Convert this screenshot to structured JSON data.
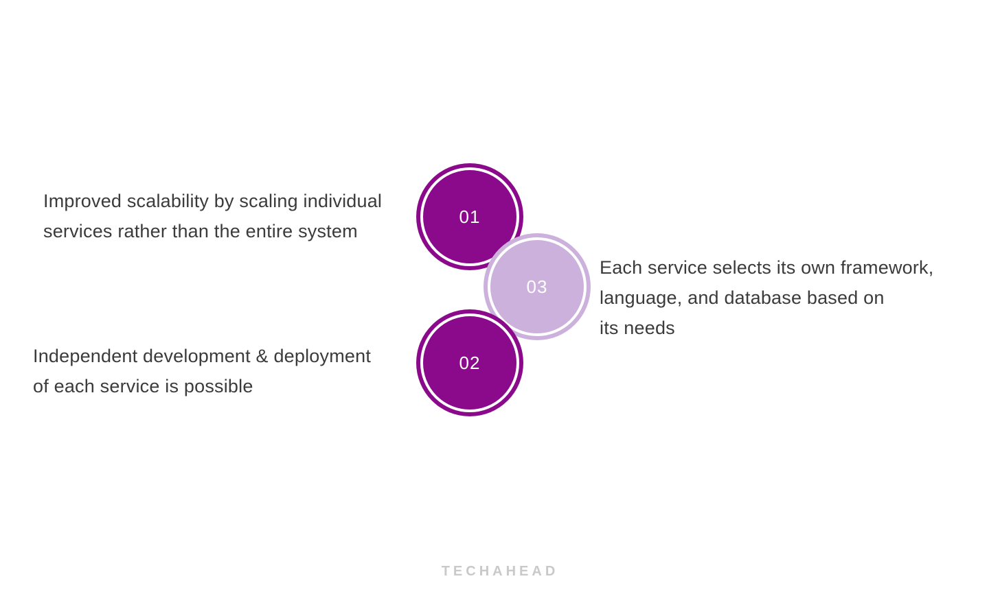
{
  "colors": {
    "circle_dark": "#8b0a8b",
    "circle_light": "#cbb1dc",
    "circle_ring": "#ffffff",
    "label_text": "#3b3b3b",
    "watermark_text": "#c9c9c9",
    "background": "#ffffff"
  },
  "steps": [
    {
      "number": "01",
      "variant": "dark",
      "lines": [
        "Improved scalability by scaling individual",
        "services rather than the entire system"
      ]
    },
    {
      "number": "02",
      "variant": "dark",
      "lines": [
        "Independent development & deployment",
        "of each service is possible"
      ]
    },
    {
      "number": "03",
      "variant": "light",
      "lines": [
        "Each service selects its own framework,",
        "language, and database based on",
        "its needs"
      ]
    }
  ],
  "watermark": {
    "label": "TECHAHEAD"
  }
}
